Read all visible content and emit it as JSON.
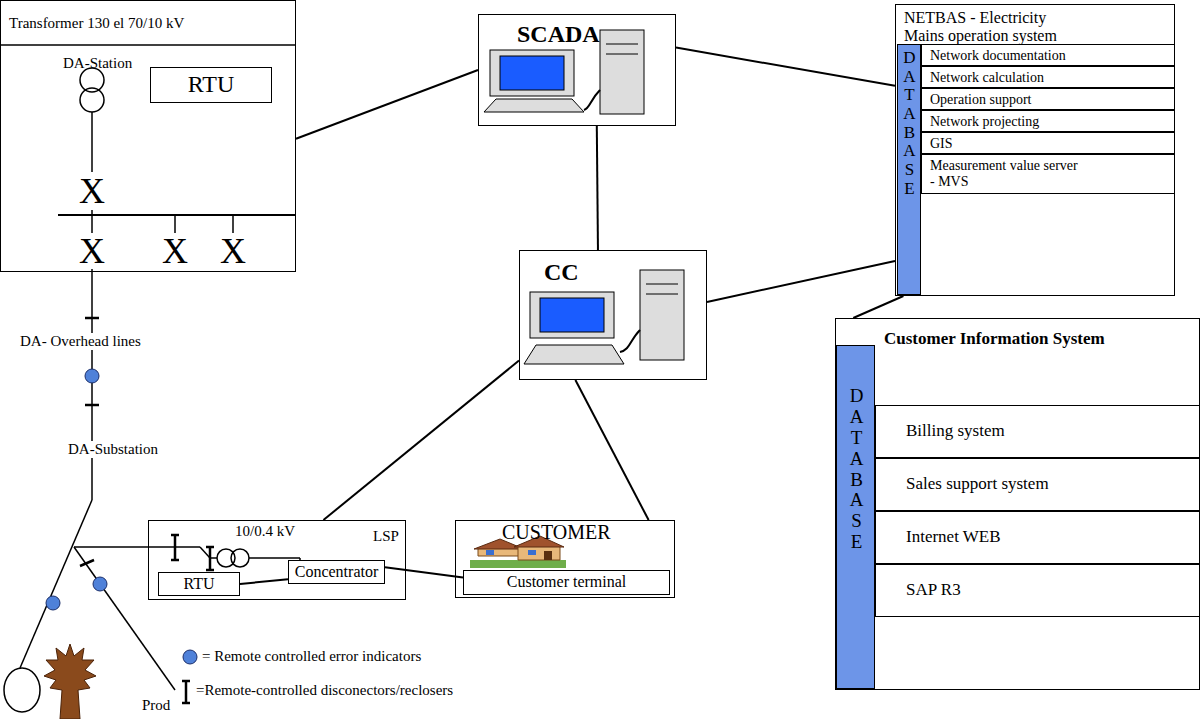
{
  "diagram": {
    "nodes": [
      {
        "text": [
          "Transformer 130 el 70/10 kV",
          "DA-Station"
        ]
      },
      {
        "text": [
          "RTU"
        ],
        "in": 0
      },
      {
        "text": [
          "SCADA"
        ]
      },
      {
        "text": [
          "NETBAS - Electricity Mains operation system"
        ]
      },
      {
        "text": [
          "DATABASE"
        ],
        "in": 3
      },
      {
        "text": [
          "Network documentation"
        ],
        "in": 3
      },
      {
        "text": [
          "Network calculation"
        ],
        "in": 3
      },
      {
        "text": [
          "Operation support"
        ],
        "in": 3
      },
      {
        "text": [
          "Network projecting"
        ],
        "in": 3
      },
      {
        "text": [
          "GIS"
        ],
        "in": 3
      },
      {
        "text": [
          "Measurement value server - MVS"
        ],
        "in": 3
      },
      {
        "text": [
          "CC"
        ]
      },
      {
        "text": [
          "Customer Information System"
        ]
      },
      {
        "text": [
          "DATABASE"
        ],
        "in": 12
      },
      {
        "text": [
          "Billing system"
        ],
        "in": 12
      },
      {
        "text": [
          "Sales support system"
        ],
        "in": 12
      },
      {
        "text": [
          "Internet WEB"
        ],
        "in": 12
      },
      {
        "text": [
          "SAP R3"
        ],
        "in": 12
      },
      {
        "text": [
          "DA-Substation",
          "10/0.4 kV"
        ]
      },
      {
        "text": [
          "RTU"
        ],
        "in": 18
      },
      {
        "text": [
          "Concentrator"
        ],
        "in": 18
      },
      {
        "text": [
          "CUSTOMER"
        ]
      },
      {
        "text": [
          "Customer terminal"
        ],
        "in": 21
      }
    ],
    "edges": [
      {
        "from": 0,
        "to": 2,
        "arrow": "none"
      },
      {
        "from": 2,
        "to": 3,
        "arrow": "none"
      },
      {
        "from": 2,
        "to": 11,
        "arrow": "none"
      },
      {
        "from": 11,
        "to": 3,
        "arrow": "none"
      },
      {
        "from": 3,
        "to": 12,
        "arrow": "none"
      },
      {
        "from": 11,
        "to": 18,
        "arrow": "none"
      },
      {
        "from": 11,
        "to": 21,
        "arrow": "none"
      },
      {
        "from": 19,
        "to": 20,
        "arrow": "none"
      },
      {
        "from": 20,
        "to": 22,
        "label": "LSP",
        "arrow": "none"
      }
    ],
    "labels": [
      "X",
      "X",
      "X",
      "X",
      "DA- Overhead lines",
      "Prod"
    ],
    "legend": [
      {
        "text": "= Remote controlled error indicators"
      },
      {
        "text": "=Remote-controlled disconectors/reclosers"
      }
    ]
  }
}
